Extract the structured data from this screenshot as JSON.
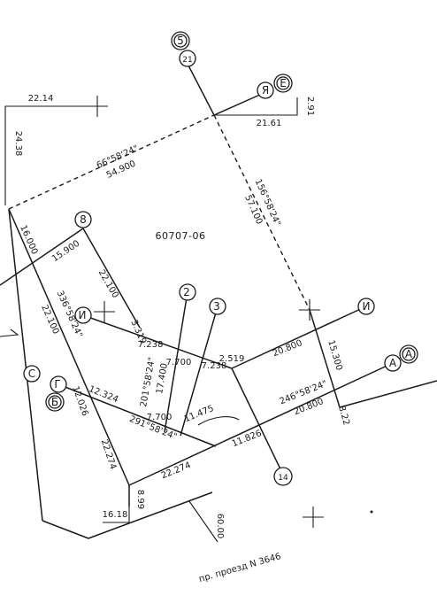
{
  "parcel_number": "60707-06",
  "street_caption": "пр. проезд N 3646",
  "points": {
    "p5": "5",
    "p21": "21",
    "pYa": "Я",
    "pE": "Е",
    "p8": "8",
    "pI": "И",
    "pI2": "И",
    "p2": "2",
    "p3": "3",
    "pC": "С",
    "pG": "Г",
    "pB": "Б",
    "pA": "А",
    "pA2": "А",
    "p14": "14"
  },
  "dimensions": {
    "d2214": "22.14",
    "d2438": "24.38",
    "d291": "2.91",
    "d2161": "21.61",
    "d66bearing": "66°58'24\"",
    "d54900": "54.900",
    "d156bearing": "156°58'24\"",
    "d57100": "57.100",
    "d16000": "16.000",
    "d15900": "15.900",
    "d22100a": "22.100",
    "d336bearing": "336°58'24\"",
    "d22100b": "22.100",
    "d3319": "3.319",
    "d7238a": "7.238",
    "d7700a": "7.700",
    "d7238b": "7.238",
    "d2519": "2.519",
    "d20800a": "20.800",
    "d15300": "15.300",
    "d201bearing": "201°58'24\"",
    "d17400": "17.400",
    "d12026": "12.026",
    "d12324": "12.324",
    "d7700b": "7.700",
    "d291bearing": "291°58'24\"",
    "d11475": "11.475",
    "d246bearing": "246°58'24\"",
    "d20800b": "20.800",
    "d822": "8.22",
    "d11826": "11.826",
    "d22274a": "22.274",
    "d22274b": "22.274",
    "d899": "8.99",
    "d1618": "16.18",
    "d6000": "60.00"
  }
}
